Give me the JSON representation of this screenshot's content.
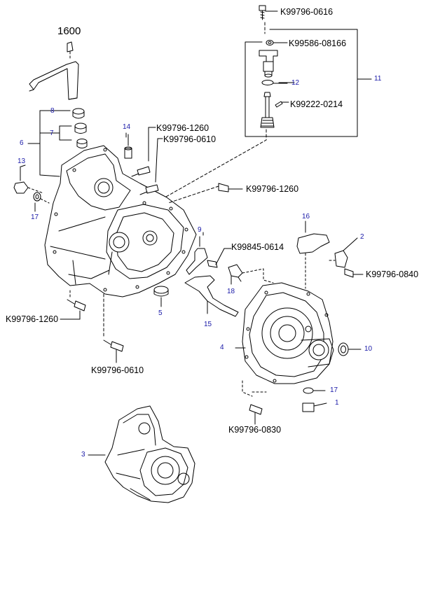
{
  "colors": {
    "line": "#000000",
    "ref_number": "#1a1aa8",
    "background": "#ffffff"
  },
  "labels": {
    "top_group": "1600",
    "pn_0616": "K99796-0616",
    "pn_08166": "K99586-08166",
    "pn_0214": "K99222-0214",
    "pn_1260_a": "K99796-1260",
    "pn_0610_a": "K99796-0610",
    "pn_1260_b": "K99796-1260",
    "pn_0614": "K99845-0614",
    "pn_0840": "K99796-0840",
    "pn_1260_c": "K99796-1260",
    "pn_0610_b": "K99796-0610",
    "pn_0830": "K99796-0830"
  },
  "refs": {
    "n1": "1",
    "n2": "2",
    "n3": "3",
    "n4": "4",
    "n5": "5",
    "n6": "6",
    "n7": "7",
    "n8": "8",
    "n9": "9",
    "n10": "10",
    "n11": "11",
    "n12": "12",
    "n13": "13",
    "n14": "14",
    "n15": "15",
    "n16": "16",
    "n17a": "17",
    "n17b": "17",
    "n18": "18"
  }
}
